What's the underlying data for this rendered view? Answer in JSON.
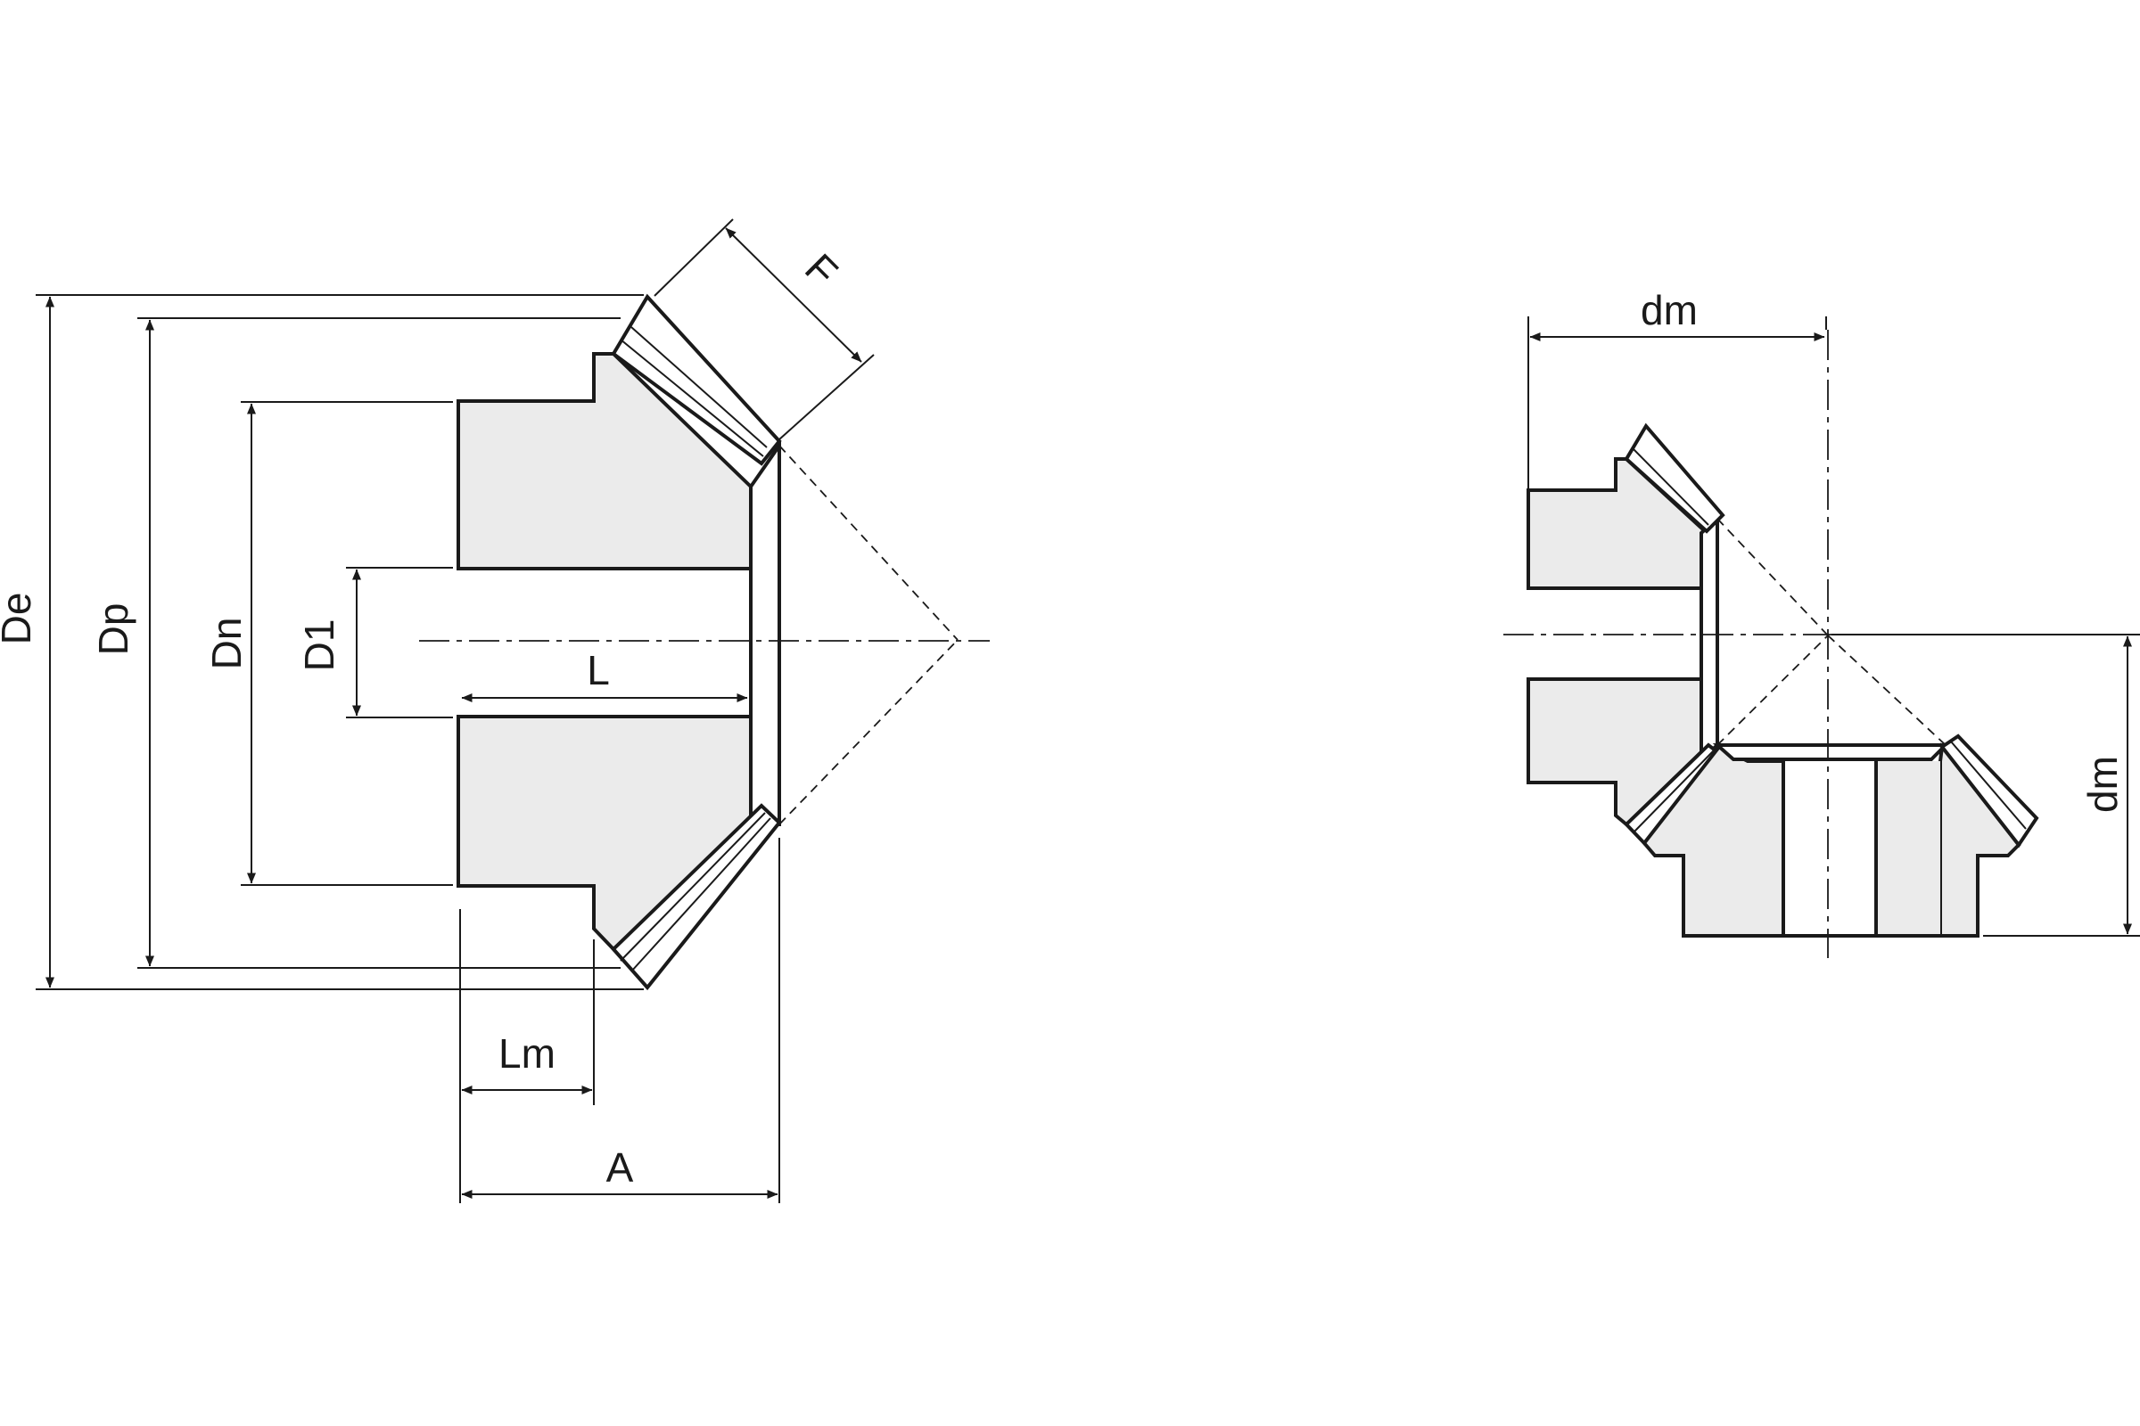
{
  "labels": {
    "De": "De",
    "Dp": "Dp",
    "Dn": "Dn",
    "D1": "D1",
    "L": "L",
    "F": "F",
    "Lm": "Lm",
    "A": "A",
    "dm_horizontal": "dm",
    "dm_vertical": "dm"
  }
}
